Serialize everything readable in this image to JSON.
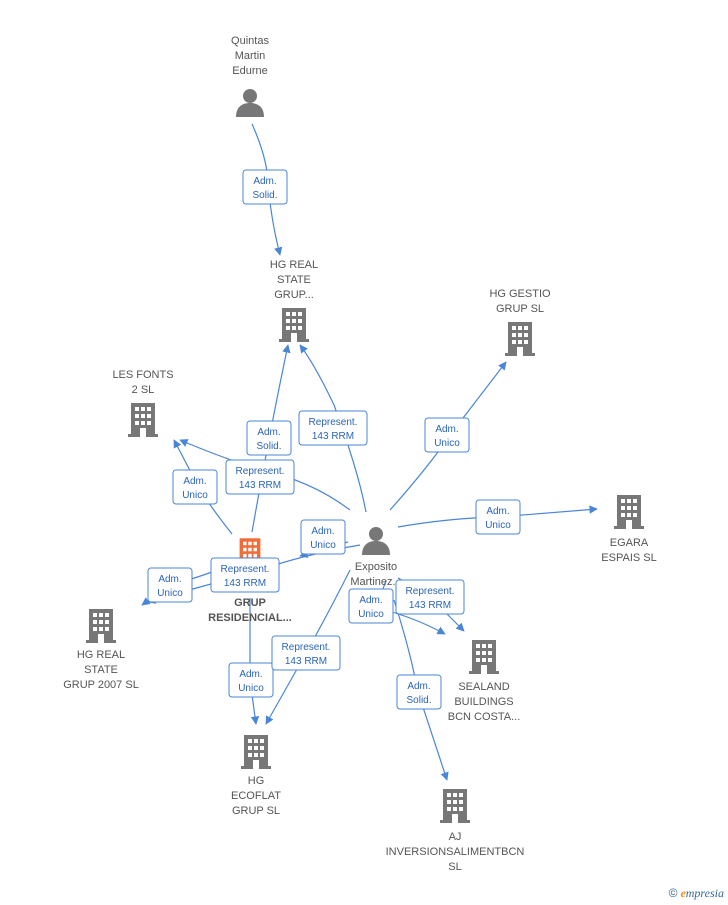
{
  "colors": {
    "edge": "#4a86d6",
    "node": "#777777",
    "main_node": "#f06d3a",
    "label": "#555555"
  },
  "nodes": [
    {
      "id": "quintas",
      "type": "person",
      "lines": [
        "Quintas",
        "Martin",
        "Edurne"
      ]
    },
    {
      "id": "hg_real_state_grup",
      "type": "company",
      "lines": [
        "HG REAL",
        "STATE",
        "GRUP..."
      ]
    },
    {
      "id": "hg_gestio",
      "type": "company",
      "lines": [
        "HG GESTIO",
        "GRUP SL"
      ]
    },
    {
      "id": "les_fonts",
      "type": "company",
      "lines": [
        "LES FONTS",
        "2  SL"
      ]
    },
    {
      "id": "egara",
      "type": "company",
      "lines": [
        "EGARA",
        "ESPAIS  SL"
      ]
    },
    {
      "id": "exposito",
      "type": "person",
      "lines": [
        "Exposito",
        "Martinez..."
      ]
    },
    {
      "id": "grup_residencial",
      "type": "main",
      "lines": [
        "GRUP",
        "RESIDENCIAL..."
      ]
    },
    {
      "id": "hg_real_state_2007",
      "type": "company",
      "lines": [
        "HG REAL",
        "STATE",
        "GRUP 2007  SL"
      ]
    },
    {
      "id": "sealand",
      "type": "company",
      "lines": [
        "SEALAND",
        "BUILDINGS",
        "BCN COSTA..."
      ]
    },
    {
      "id": "hg_ecoflat",
      "type": "company",
      "lines": [
        "HG",
        "ECOFLAT",
        "GRUP  SL"
      ]
    },
    {
      "id": "aj_inversions",
      "type": "company",
      "lines": [
        "AJ",
        "INVERSIONSALIMENTBCN",
        "SL"
      ]
    }
  ],
  "edges": [
    {
      "id": "e1",
      "lines": [
        "Adm.",
        "Solid."
      ]
    },
    {
      "id": "e2",
      "lines": [
        "Represent.",
        "143 RRM"
      ]
    },
    {
      "id": "e3",
      "lines": [
        "Adm.",
        "Solid."
      ]
    },
    {
      "id": "e4",
      "lines": [
        "Adm.",
        "Unico"
      ]
    },
    {
      "id": "e5",
      "lines": [
        "Represent.",
        "143 RRM"
      ]
    },
    {
      "id": "e6",
      "lines": [
        "Adm.",
        "Unico"
      ]
    },
    {
      "id": "e7",
      "lines": [
        "Adm.",
        "Unico"
      ]
    },
    {
      "id": "e8",
      "lines": [
        "Adm.",
        "Unico"
      ]
    },
    {
      "id": "e9",
      "lines": [
        "Represent.",
        "143 RRM"
      ]
    },
    {
      "id": "e10",
      "lines": [
        "Adm.",
        "Unico"
      ]
    },
    {
      "id": "e11",
      "lines": [
        "Adm.",
        "Unico"
      ]
    },
    {
      "id": "e12",
      "lines": [
        "Represent.",
        "143 RRM"
      ]
    },
    {
      "id": "e13",
      "lines": [
        "Adm.",
        "Unico"
      ]
    },
    {
      "id": "e14",
      "lines": [
        "Represent.",
        "143 RRM"
      ]
    },
    {
      "id": "e15",
      "lines": [
        "Adm.",
        "Solid."
      ]
    }
  ],
  "footer": {
    "copyright": "©",
    "brand_initial": "e",
    "brand_rest": "mpresia"
  }
}
